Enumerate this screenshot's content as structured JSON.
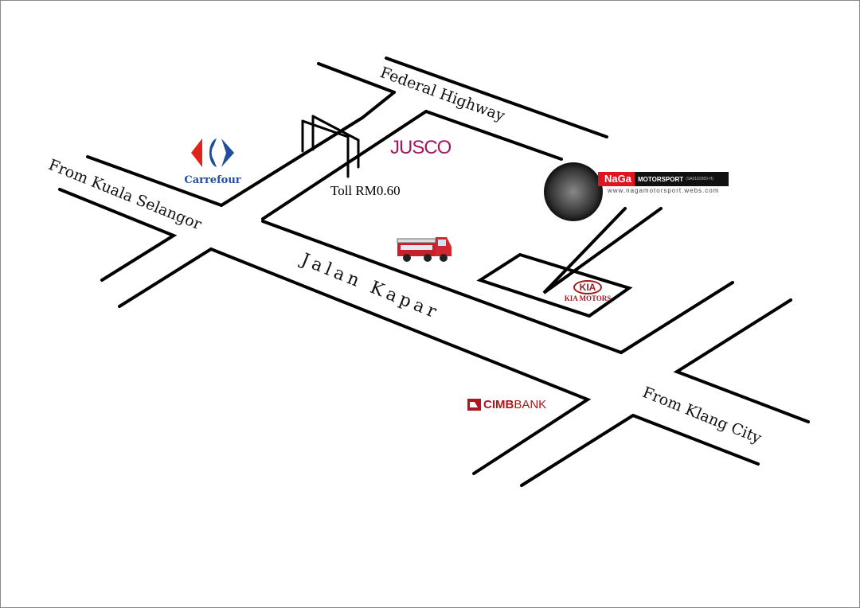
{
  "roads": {
    "federal_highway": "Federal Highway",
    "from_kuala_selangor": "From Kuala Selangor",
    "jalan_kapar": "Jalan Kapar",
    "from_klang_city": "From Klang City",
    "toll": "Toll RM0.60"
  },
  "landmarks": {
    "carrefour": "Carrefour",
    "jusco": "JUSCO",
    "naga_brand": "NaGa",
    "naga_motorsport": "MOTORSPORT",
    "naga_reg": "(SA0182983-H)",
    "naga_url": "www.nagamotorsport.webs.com",
    "kia_logo": "KIA",
    "kia_motors": "KIA MOTORS",
    "cimb": "CIMB",
    "cimb_bank": "BANK"
  },
  "colors": {
    "carrefour_blue": "#1f4e9c",
    "carrefour_red": "#e2231a",
    "jusco": "#a0195e",
    "naga_red": "#e0141e",
    "kia": "#9b1b1e",
    "cimb": "#b0161d"
  }
}
